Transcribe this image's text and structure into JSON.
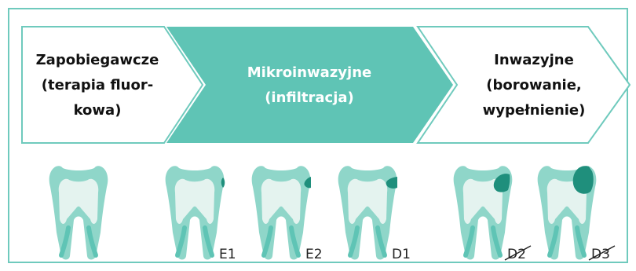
{
  "colors": {
    "accent": "#5fc4b5",
    "accent_dark": "#2e9d8c",
    "tooth_outer": "#8fd6c9",
    "tooth_pulp": "#e4f3ef",
    "tooth_root": "#5fc4b5",
    "lesion": "#1f8f7c",
    "text_dark": "#111111",
    "text_light": "#ffffff",
    "frame": "#6fcabd"
  },
  "stages": [
    {
      "lines": [
        "Zapobiegawcze",
        "(terapia fluor-",
        "kowa)"
      ],
      "style": "outline"
    },
    {
      "lines": [
        "Mikroinwazyjne",
        "(infiltracja)"
      ],
      "style": "filled"
    },
    {
      "lines": [
        "Inwazyjne",
        "(borowanie,",
        "wypełnienie)"
      ],
      "style": "outline"
    }
  ],
  "teeth": [
    {
      "label": "",
      "lesion": "none",
      "crossed": false
    },
    {
      "label": "E1",
      "lesion": "enamel-outer",
      "crossed": false
    },
    {
      "label": "E2",
      "lesion": "enamel-full",
      "crossed": false
    },
    {
      "label": "D1",
      "lesion": "dentin-outer",
      "crossed": false
    },
    {
      "label": "D2",
      "lesion": "dentin-middle",
      "crossed": true
    },
    {
      "label": "D3",
      "lesion": "dentin-deep",
      "crossed": true
    }
  ]
}
